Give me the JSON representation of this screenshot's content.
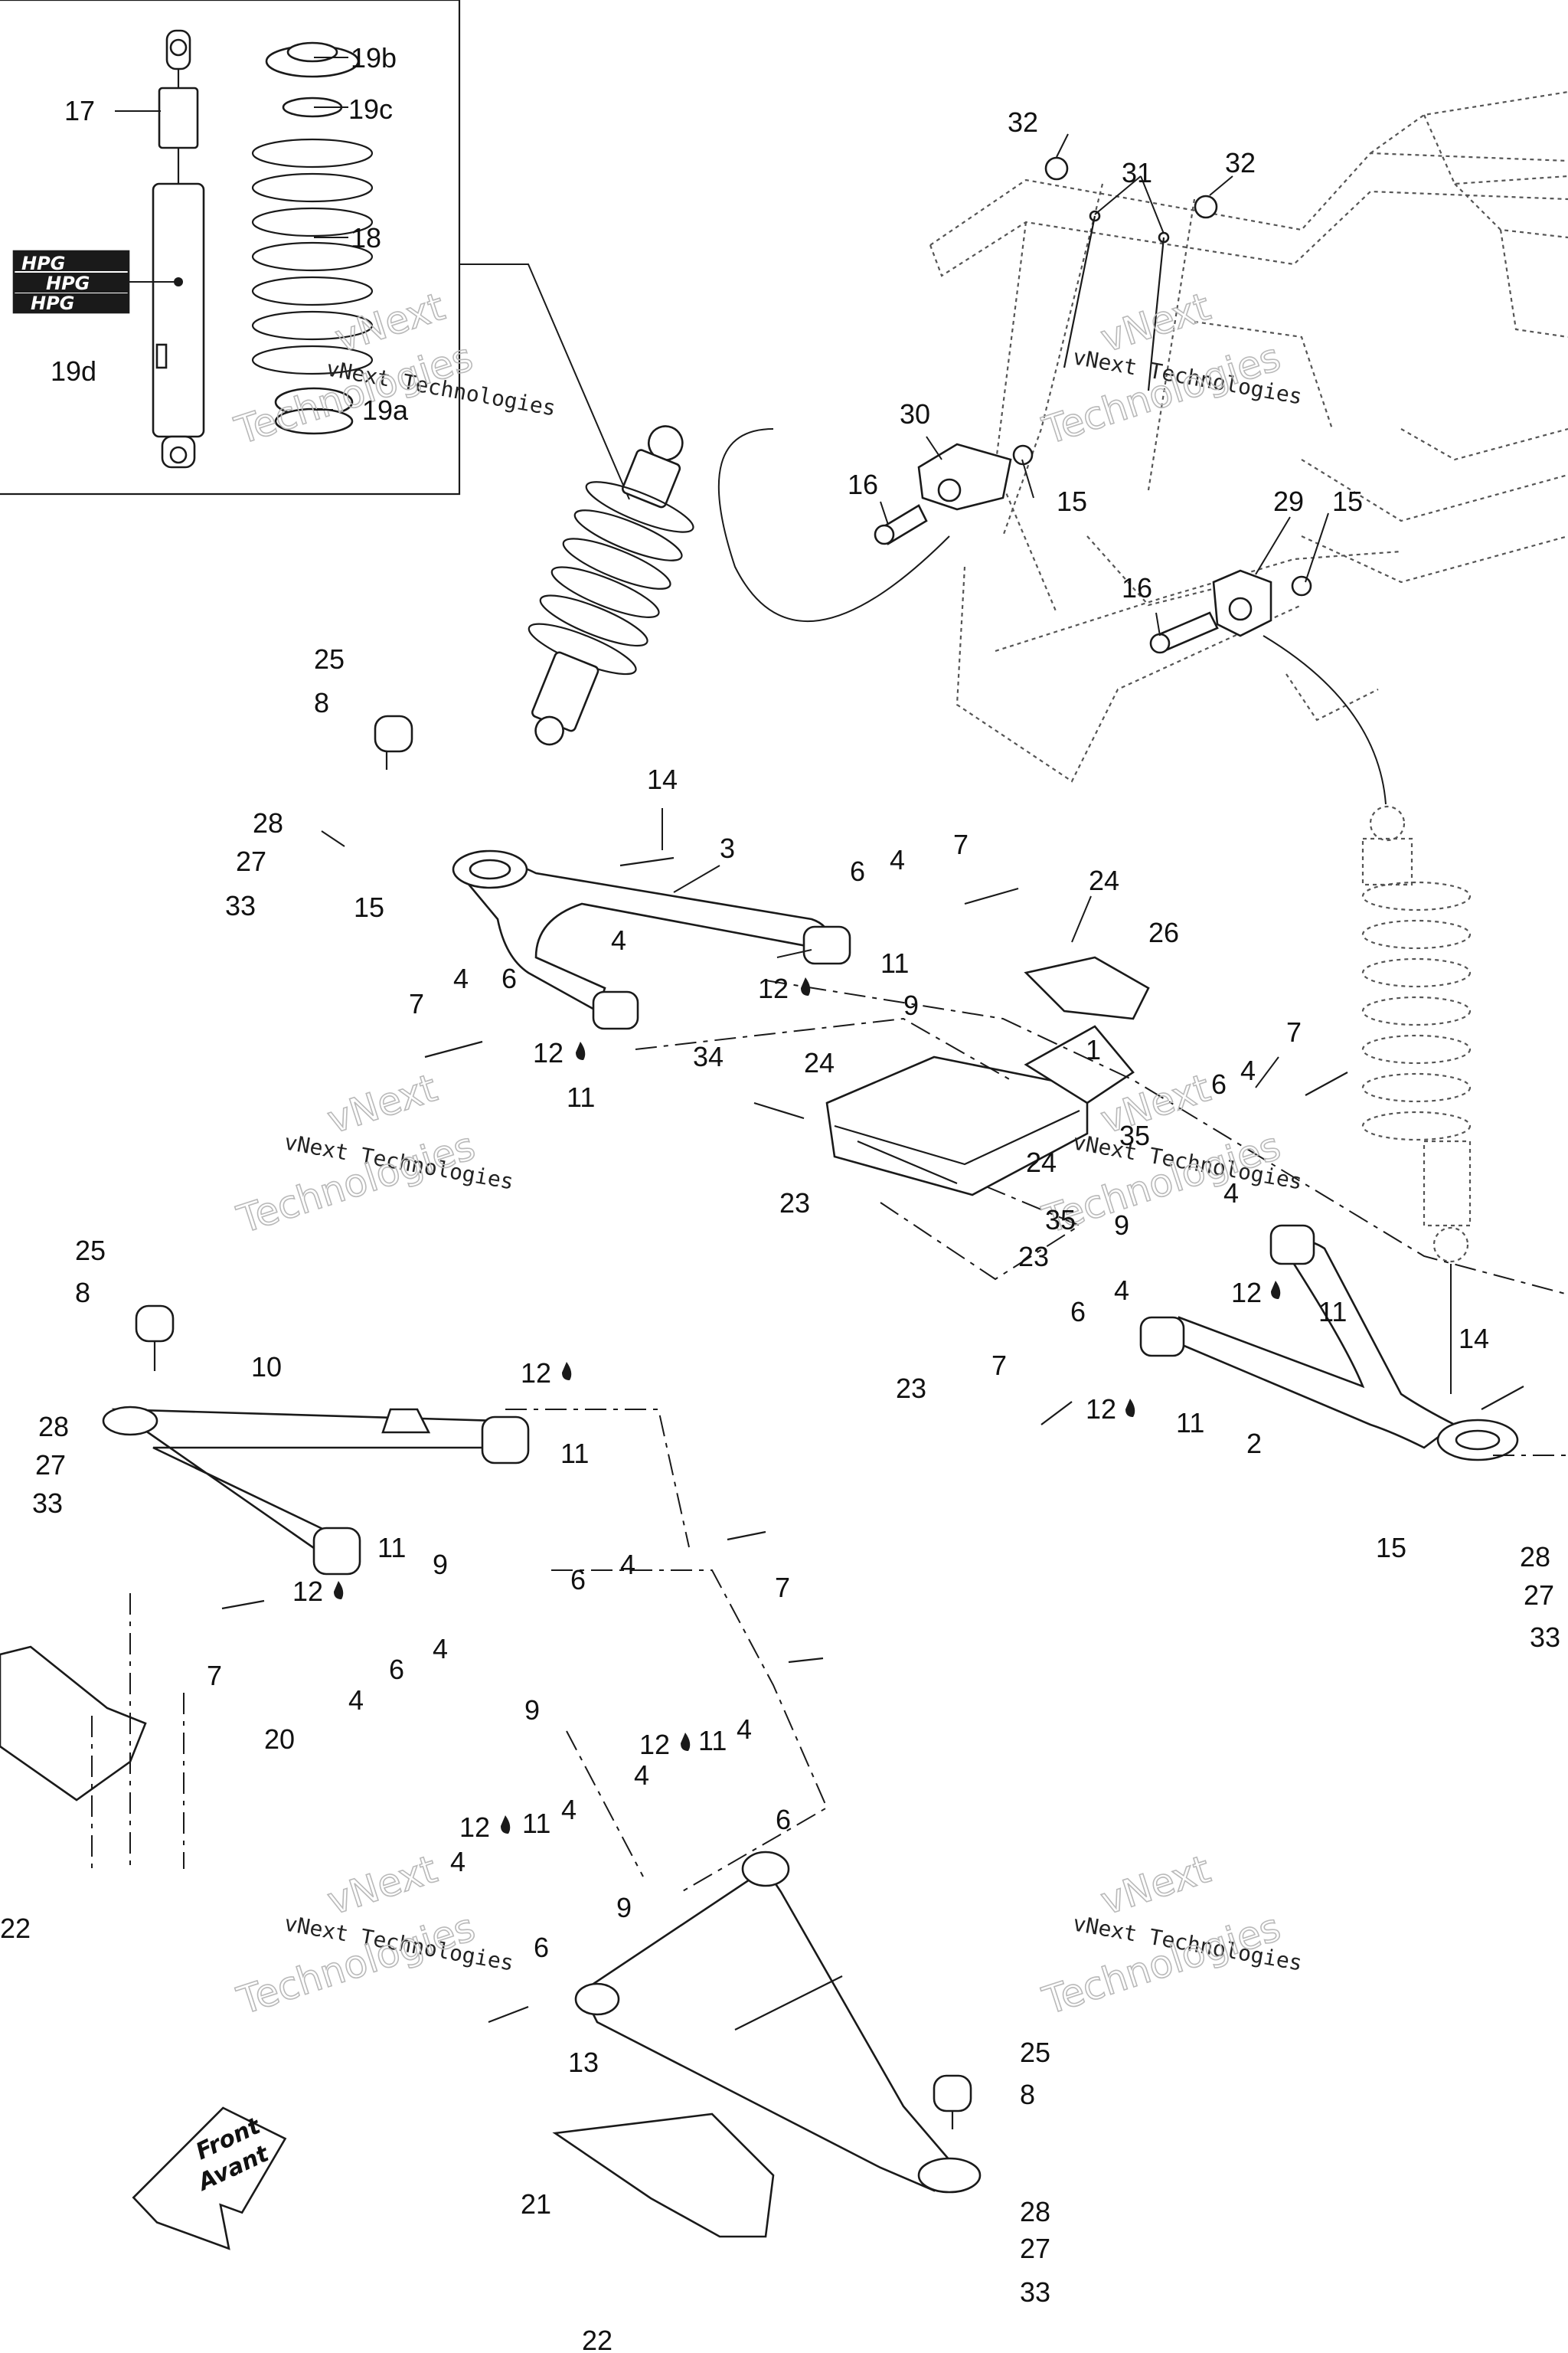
{
  "watermarks": [
    {
      "line1": "vNext Technologies",
      "line2": "Technologies"
    },
    {
      "line1": "vNext Technologies",
      "line2": "Technologies"
    },
    {
      "line1": "vNext Technologies",
      "line2": "Technologies"
    },
    {
      "line1": "vNext Technologies",
      "line2": "Technologies"
    },
    {
      "line1": "vNext Technologies",
      "line2": "Technologies"
    },
    {
      "line1": "vNext Technologies",
      "line2": "Technologies"
    }
  ],
  "watermark_big": [
    "vNext",
    "vNext",
    "vNext",
    "vNext",
    "vNext",
    "vNext"
  ],
  "front_arrow": {
    "line1": "Front",
    "line2": "Avant"
  },
  "shock_decal": {
    "text": "HPG"
  },
  "callouts": [
    "17",
    "19b",
    "19c",
    "18",
    "19d",
    "19a",
    "32",
    "31",
    "32",
    "30",
    "16",
    "15",
    "29",
    "15",
    "16",
    "25",
    "8",
    "14",
    "3",
    "6",
    "4",
    "7",
    "24",
    "26",
    "28",
    "27",
    "33",
    "15",
    "4",
    "7",
    "4",
    "6",
    "12",
    "11",
    "12",
    "11",
    "9",
    "34",
    "24",
    "1",
    "6",
    "4",
    "7",
    "23",
    "24",
    "35",
    "9",
    "35",
    "23",
    "4",
    "12",
    "11",
    "4",
    "6",
    "7",
    "12",
    "11",
    "23",
    "14",
    "2",
    "15",
    "28",
    "27",
    "33",
    "25",
    "8",
    "10",
    "28",
    "27",
    "33",
    "12",
    "11",
    "4",
    "6",
    "7",
    "12",
    "11",
    "9",
    "7",
    "6",
    "4",
    "4",
    "20",
    "9",
    "12",
    "11",
    "4",
    "4",
    "6",
    "12",
    "11",
    "4",
    "4",
    "9",
    "6",
    "13",
    "25",
    "8",
    "21",
    "28",
    "27",
    "33",
    "22",
    "22"
  ]
}
